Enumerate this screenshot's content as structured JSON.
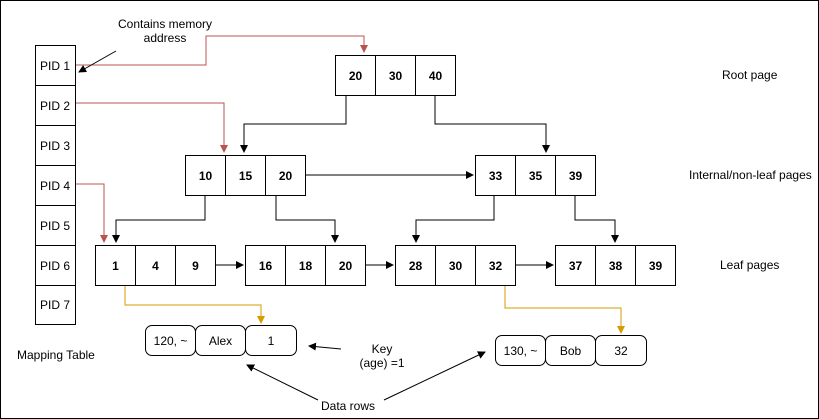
{
  "mapping_table": {
    "label": "Mapping Table",
    "entries": [
      "PID 1",
      "PID 2",
      "PID 3",
      "PID 4",
      "PID 5",
      "PID 6",
      "PID 7"
    ]
  },
  "annotations": {
    "memory_address": [
      "Contains memory",
      "address"
    ],
    "key": [
      "Key",
      "(age) =1"
    ],
    "data_rows": "Data rows"
  },
  "level_labels": {
    "root": "Root page",
    "internal": "Internal/non-leaf pages",
    "leaf": "Leaf pages"
  },
  "tree": {
    "root": [
      "20",
      "30",
      "40"
    ],
    "internal_left": [
      "10",
      "15",
      "20"
    ],
    "internal_right": [
      "33",
      "35",
      "39"
    ],
    "leaf_1": [
      "1",
      "4",
      "9"
    ],
    "leaf_2": [
      "16",
      "18",
      "20"
    ],
    "leaf_3": [
      "28",
      "30",
      "32"
    ],
    "leaf_4": [
      "37",
      "38",
      "39"
    ]
  },
  "data_rows": {
    "row_alex": [
      "120, ~",
      "Alex",
      "1"
    ],
    "row_bob": [
      "130, ~",
      "Bob",
      "32"
    ]
  },
  "colors": {
    "pointer_red": "#b85450",
    "row_link_orange": "#d79b00",
    "line_black": "#000000"
  }
}
